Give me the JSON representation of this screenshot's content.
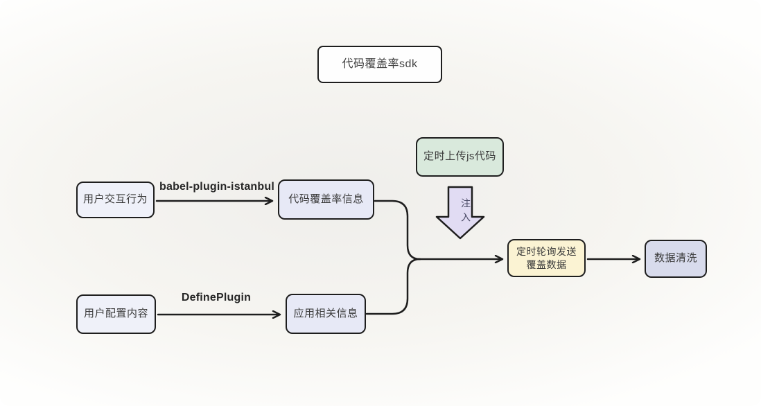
{
  "diagram": {
    "title_node": {
      "label": "代码覆盖率sdk"
    },
    "nodes": {
      "user_interaction": {
        "label": "用户交互行为"
      },
      "coverage_info": {
        "label": "代码覆盖率信息"
      },
      "user_config": {
        "label": "用户配置内容"
      },
      "app_info": {
        "label": "应用相关信息"
      },
      "upload_js": {
        "label": "定时上传js代码"
      },
      "polling_send": {
        "label_line1": "定时轮询发送",
        "label_line2": "覆盖数据"
      },
      "data_cleaning": {
        "label": "数据清洗"
      }
    },
    "edge_labels": {
      "babel": "babel-plugin-istanbul",
      "define": "DefinePlugin"
    },
    "inject_arrow": {
      "label": "注入"
    },
    "colors": {
      "background_center": "#efeeeb",
      "background_edge": "#fefefd",
      "stroke": "#1e1e1e",
      "node_white": "#fefefe",
      "node_lavender_light": "#eff1f9",
      "node_lavender": "#e7e9f6",
      "node_lavender_deep": "#d8dbec",
      "node_green": "#d9e9dc",
      "node_yellow": "#fbf3d3",
      "inject_arrow_fill": "#e1dcf3",
      "text": "#3a3a3a",
      "edge_label_text": "#262626"
    }
  }
}
